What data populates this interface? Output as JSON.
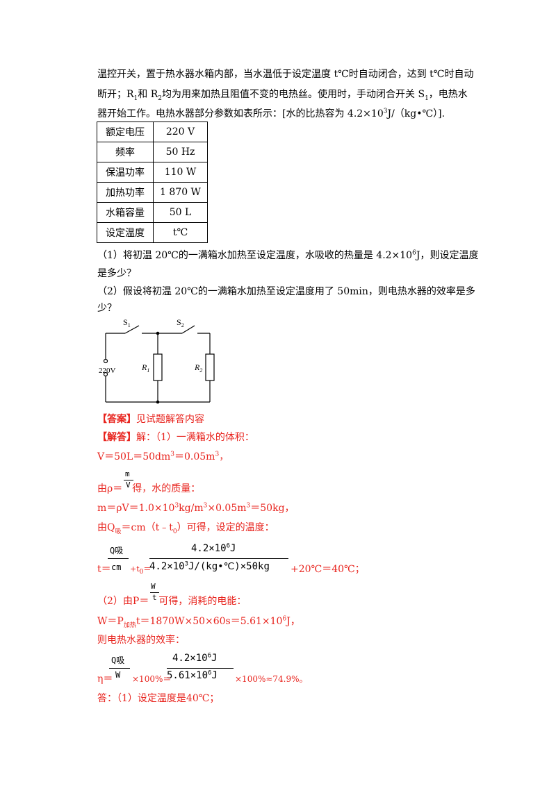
{
  "intro": {
    "l1": "温控开关，置于热水器水箱内部，当水温低于设定温度 t℃时自动闭合，达到 t℃时自动",
    "l2a": "断开；R",
    "l2s1": "1",
    "l2b": "和 R",
    "l2s2": "2",
    "l2c": "均为用来加热且阻值不变的电热丝。使用时，手动闭合开关 S",
    "l2s3": "1",
    "l2d": "，电热水",
    "l3a": "器开始工作。电热水器部分参数如表所示：[水的比热容为 4.2×10",
    "l3sup": "3",
    "l3b": "J/（kg•℃）]."
  },
  "table": [
    {
      "key": "额定电压",
      "value": "220  V"
    },
    {
      "key": "频率",
      "value": "50  Hz"
    },
    {
      "key": "保温功率",
      "value": "110  W"
    },
    {
      "key": "加热功率",
      "value": "1  870  W"
    },
    {
      "key": "水箱容量",
      "value": "50  L"
    },
    {
      "key": "设定温度",
      "value": "t℃"
    }
  ],
  "questions": {
    "q1a": "（1）将初温 20℃的一满箱水加热至设定温度，水吸收的热量是 4.2×10",
    "q1sup": "6",
    "q1b": "J，则设定温度",
    "q1c": "是多少？",
    "q2a": "（2）假设将初温 20℃的一满箱水加热至设定温度用了  50min，则电热水器的效率是多",
    "q2b": "少？"
  },
  "circuit": {
    "s1": "S",
    "s1sub": "1",
    "s2": "S",
    "s2sub": "2",
    "voltage": "220V",
    "r1": "R",
    "r1sub": "1",
    "r2": "R",
    "r2sub": "2"
  },
  "answer": {
    "label": "【答案】",
    "text": "见试题解答内容",
    "sol_label": "【解答】",
    "s1": "解：（1）一满箱水的体积：",
    "s2a": "V＝50L＝50dm",
    "s2sup1": "3",
    "s2b": "＝0.05m",
    "s2sup2": "3",
    "s2c": "，",
    "s3a": "由ρ＝",
    "s3num": "m",
    "s3den": "V",
    "s3b": "得，水的质量：",
    "s4a": "m＝ρV＝1.0×10",
    "s4sup1": "3",
    "s4b": "kg/m",
    "s4sup2": "3",
    "s4c": "×0.05m",
    "s4sup3": "3",
    "s4d": "＝50kg，",
    "s5a": "由Q",
    "s5sub1": "吸",
    "s5b": "＝cm（t﹣t",
    "s5sub2": "0",
    "s5c": "）可得，设定的温度：",
    "s6_num1": "Q吸",
    "s6_den1": "cm",
    "s6_num2": "4.2×10",
    "s6_num2sup": "6",
    "s6_num2b": "J",
    "s6_den2": "4.2×10",
    "s6_den2sup": "3",
    "s6_den2b": "J/(kg•℃)×50kg",
    "s6_lead": "t＝",
    "s6_mid": "+t",
    "s6_midsub": "0",
    "s6_mid2": "＝",
    "s6_tail": "+20℃＝40℃；",
    "s7a": "（2）由P＝",
    "s7num": "W",
    "s7den": "t",
    "s7b": "可得，消耗的电能：",
    "s8a": "W＝P",
    "s8sub": "加热",
    "s8b": "t＝1870W×50×60s＝5.61×10",
    "s8sup": "6",
    "s8c": "J，",
    "s9": "则电热水器的效率：",
    "s10_lead": "η＝",
    "s10_num1": "Q吸",
    "s10_den1": "W",
    "s10_mid": "×100%＝",
    "s10_num2": "4.2×10",
    "s10_num2sup": "6",
    "s10_num2b": "J",
    "s10_den2": "5.61×10",
    "s10_den2sup": "6",
    "s10_den2b": "J",
    "s10_tail": "×100%≈74.9%。",
    "s11": "答：（1）设定温度是40℃；"
  },
  "colors": {
    "answer_red": "#e8231d",
    "text": "#000000"
  }
}
